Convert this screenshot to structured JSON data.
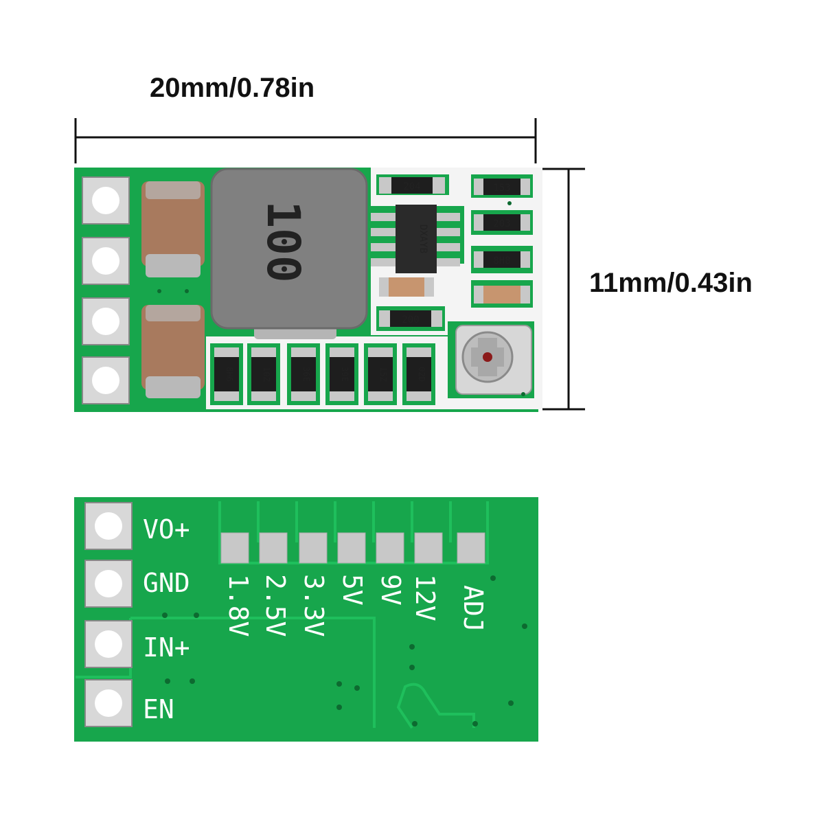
{
  "dimensions": {
    "width_label": "20mm/0.78in",
    "height_label": "11mm/0.43in"
  },
  "front": {
    "inductor_marking": "100",
    "resistor_top_row": [
      "204",
      "153"
    ],
    "resistor_right_column": [
      "203",
      "8H8"
    ],
    "resistor_mid": "200",
    "resistor_bottom_row": [
      "8H6",
      "10Z",
      "36E",
      "39E",
      "15Z",
      "02D"
    ],
    "ic_marking": "DXAYB"
  },
  "back": {
    "pin_labels": [
      "VO+",
      "GND",
      "IN+",
      "EN"
    ],
    "voltage_options": [
      "1.8V",
      "2.5V",
      "3.3V",
      "5V",
      "9V",
      "12V",
      "ADJ"
    ]
  },
  "colors": {
    "pcb_green": "#16a34a",
    "pcb_trace": "#1e9a52",
    "silkscreen": "#ffffff",
    "pad_silver": "#c8c8c8",
    "capacitor": "#a87a5e",
    "inductor": "#7a7a7a"
  }
}
